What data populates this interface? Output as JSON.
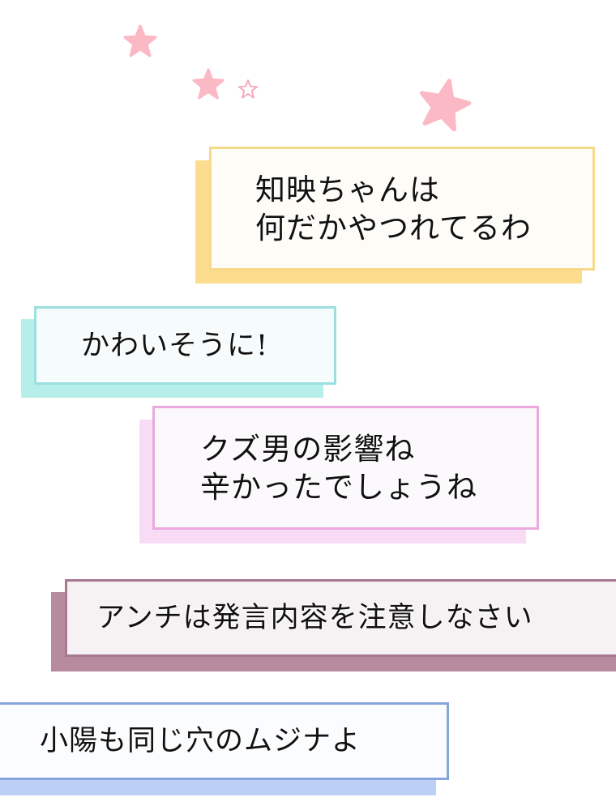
{
  "stars": [
    {
      "name": "star-1",
      "color": "#fbb9c5",
      "filled": true
    },
    {
      "name": "star-2",
      "color": "#fbb9c5",
      "filled": true
    },
    {
      "name": "star-3",
      "color": "#f4a6ba",
      "filled": false
    },
    {
      "name": "star-4",
      "color": "#fbb9c5",
      "filled": true
    }
  ],
  "messages": [
    {
      "lines": [
        "知映ちゃんは",
        "何だかやつれてるわ"
      ],
      "border_color": "#f7d98a",
      "shadow_color": "#fcdc8d",
      "bg_color": "#fefcf6"
    },
    {
      "lines": [
        "かわいそうに!"
      ],
      "border_color": "#9be0e0",
      "shadow_color": "#b6efea",
      "bg_color": "#f6fcfc"
    },
    {
      "lines": [
        "クズ男の影響ね",
        "辛かったでしょうね"
      ],
      "border_color": "#eca8df",
      "shadow_color": "#f8dcf5",
      "bg_color": "#fcf9fd"
    },
    {
      "lines": [
        "アンチは発言内容を注意しなさい"
      ],
      "border_color": "#a7788f",
      "shadow_color": "#b88a9d",
      "bg_color": "#f6f2f4"
    },
    {
      "lines": [
        "小陽も同じ穴のムジナよ"
      ],
      "border_color": "#86a6db",
      "shadow_color": "#bcd0f5",
      "bg_color": "#fbfcfe"
    }
  ]
}
